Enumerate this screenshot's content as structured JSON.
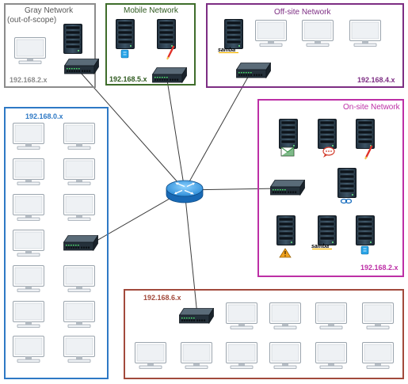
{
  "colors": {
    "gray": "#8c8c8c",
    "mobile": "#3f6d2b",
    "offsite": "#7d2d83",
    "onsite": "#bd2fa6",
    "main": "#2e79c5",
    "bottom": "#a24a3c",
    "link": "#3c3c3c"
  },
  "networks": {
    "gray": {
      "title": "Gray Network",
      "subtitle": "(out-of-scope)",
      "subnet": "192.168.2.x"
    },
    "mobile": {
      "title": "Mobile Network",
      "subnet": "192.168.5.x"
    },
    "offsite": {
      "title": "Off-site Network",
      "subnet": "192.168.4.x"
    },
    "onsite": {
      "title": "On-site Network",
      "subnet": "192.168.2.x"
    },
    "main": {
      "subnet": "192.168.0.x"
    },
    "bottom": {
      "subnet": "192.168.6.x"
    }
  },
  "devices": {
    "router": {
      "icon": "router-icon"
    },
    "switch": {
      "icon": "switch-icon"
    },
    "server": {
      "icon": "server-icon"
    },
    "workstation": {
      "icon": "workstation-icon"
    },
    "server_badges": [
      "mail",
      "chat",
      "pen",
      "link",
      "warning",
      "samba",
      "mobile"
    ]
  }
}
